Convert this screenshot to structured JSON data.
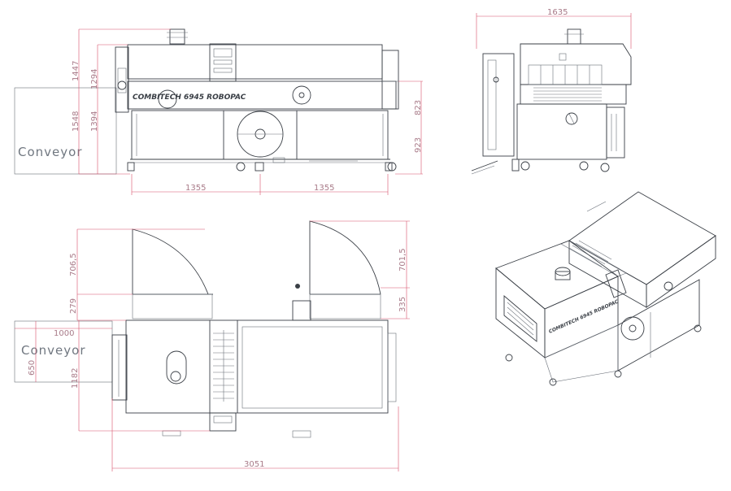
{
  "colors": {
    "line": "#3a3f46",
    "dimension_line": "#d8506a",
    "dimension_text": "#a87a88",
    "label_text": "#707780"
  },
  "front_view": {
    "conveyor_label": "Conveyor",
    "brand_text": "COMBITECH 6945 ROBOPAC",
    "dims": {
      "height_total": "1447",
      "height_upper": "1294",
      "height_conveyor": "1548",
      "height_frame": "1394",
      "height_right": "823",
      "height_right_low": "923",
      "width_left": "1355",
      "width_right": "1355"
    }
  },
  "side_view": {
    "dims": {
      "width_total": "1635"
    }
  },
  "top_view": {
    "conveyor_label": "Conveyor",
    "dims": {
      "door_left": "706,5",
      "gap_left": "279",
      "door_right": "701,5",
      "gap_right": "335",
      "conveyor_width": "1000",
      "conveyor_depth": "650",
      "depth_total": "1182",
      "length_total": "3051"
    }
  },
  "iso_view": {
    "brand_text": "COMBITECH 6945 ROBOPAC"
  }
}
